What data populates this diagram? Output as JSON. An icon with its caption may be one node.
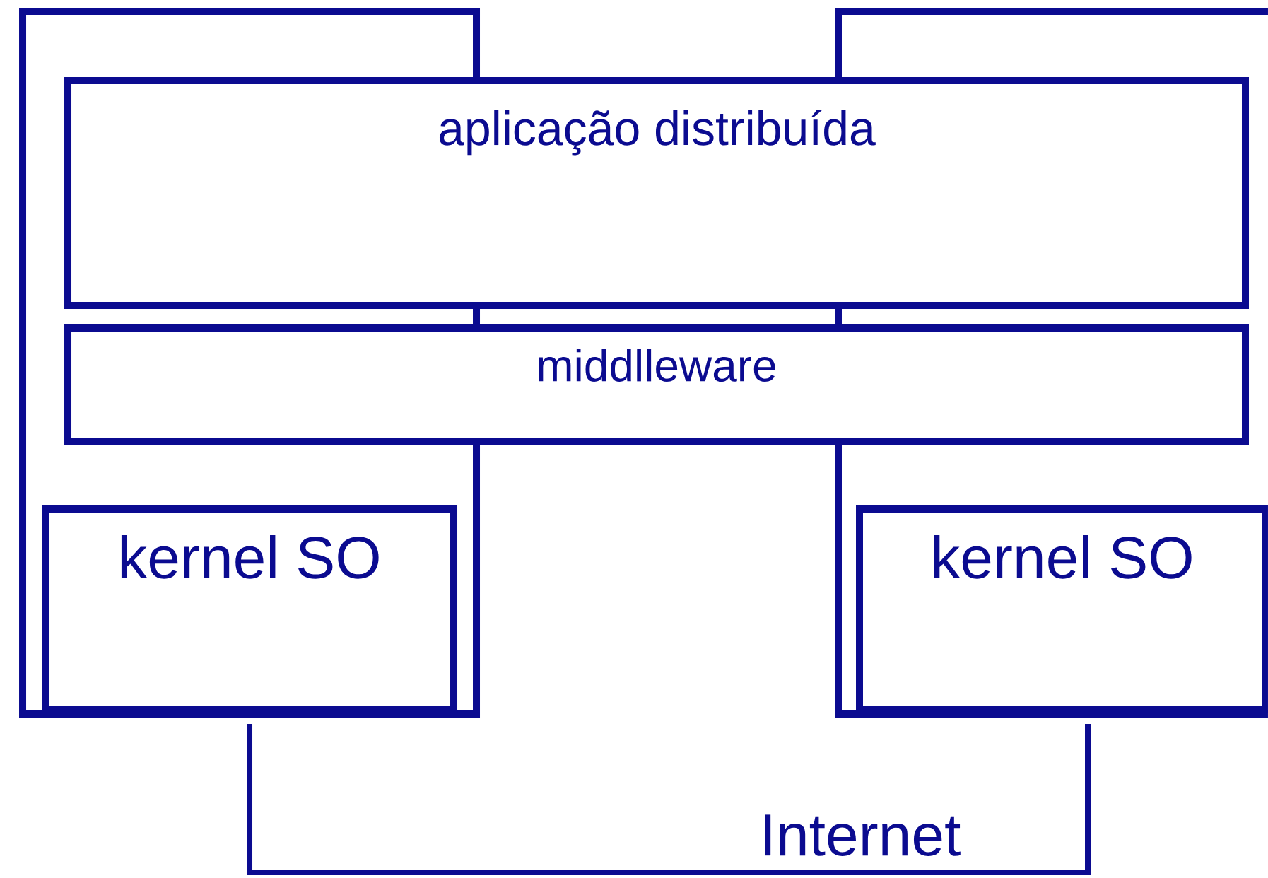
{
  "diagram": {
    "nodes": [
      {
        "text": [],
        "shape": "box"
      },
      {
        "text": [],
        "shape": "box"
      },
      {
        "text": [
          "aplicação distribuída"
        ]
      },
      {
        "text": [
          "middlleware"
        ]
      },
      {
        "text": [
          "kernel SO"
        ],
        "in": 0
      },
      {
        "text": [
          "kernel SO"
        ],
        "in": 1
      }
    ],
    "edges": [
      {
        "from": 4,
        "to": 5,
        "arrow": "none",
        "label": "Internet"
      }
    ]
  }
}
